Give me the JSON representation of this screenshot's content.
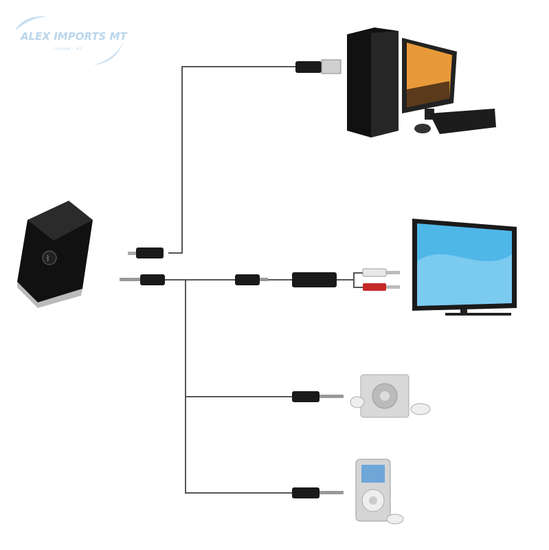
{
  "watermark": {
    "title": "ALEX IMPORTS MT",
    "subtitle": "CUIABÁ - MT",
    "color": "#b9d6ec"
  },
  "devices": [
    "bluetooth-transmitter-receiver",
    "desktop-computer",
    "television",
    "mp3-player-shuffle",
    "mp3-player-nano"
  ],
  "colors": {
    "wire": "#555555",
    "plug": "#1a1a1a",
    "rca_white": "#e8e8e8",
    "rca_red": "#c62828",
    "screen": "#4fb6e8"
  }
}
